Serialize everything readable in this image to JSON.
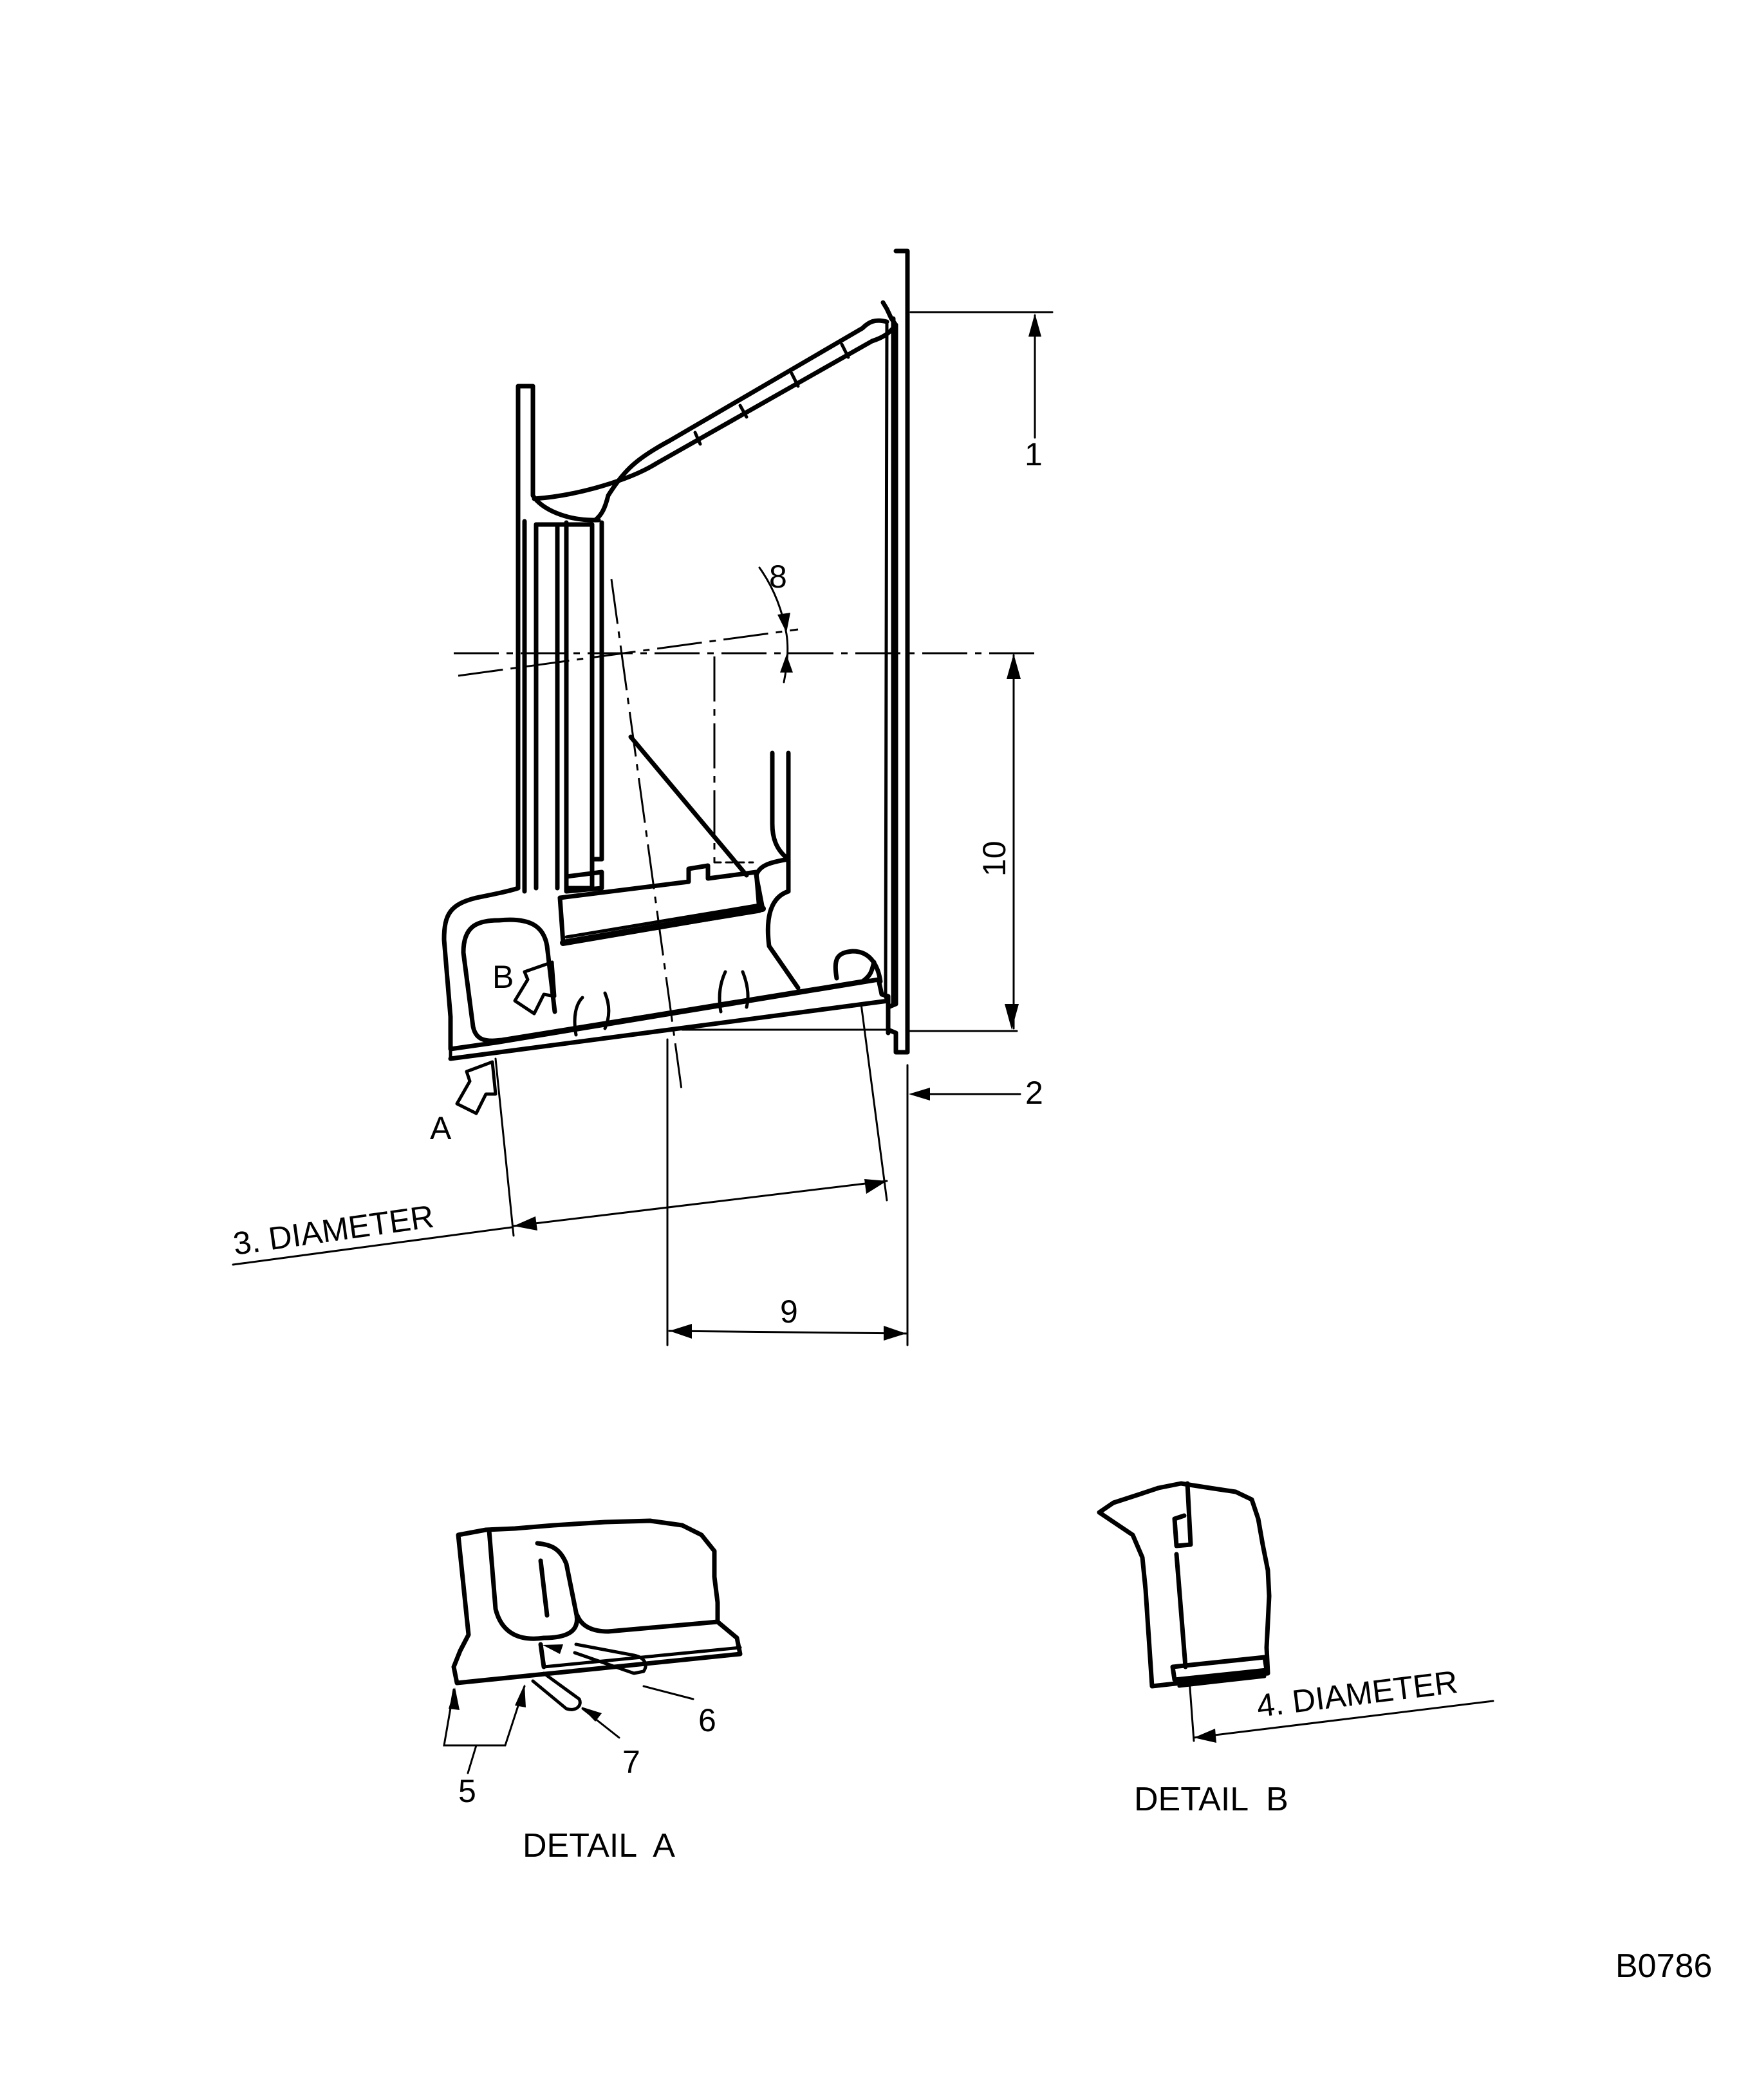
{
  "figure": {
    "id": "B0786",
    "type": "wheel cross-section technical drawing",
    "colors": {
      "line": "#000000",
      "background": "#ffffff"
    }
  },
  "callouts": {
    "c1": "1",
    "c2": "2",
    "c3": "3. DIAMETER",
    "c4": "4. DIAMETER",
    "c5": "5",
    "c6": "6",
    "c7": "7",
    "c8": "8",
    "c9": "9",
    "c10": "10"
  },
  "detail_markers": {
    "a": "A",
    "b": "B"
  },
  "details": {
    "detail_a_title": "DETAIL  A",
    "detail_b_title": "DETAIL  B"
  }
}
